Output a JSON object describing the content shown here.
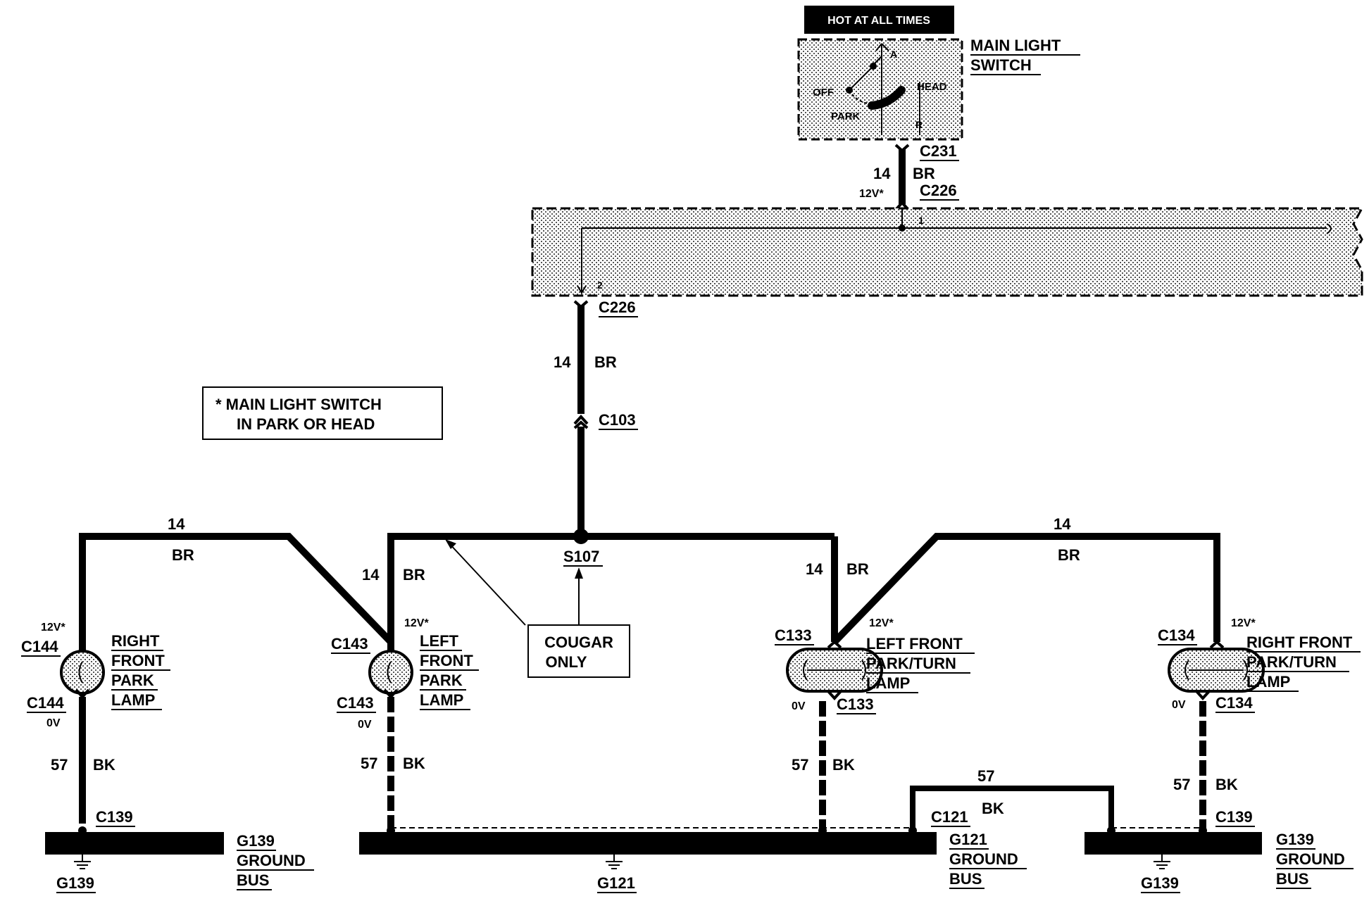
{
  "main_switch": {
    "hot_label": "HOT AT ALL TIMES",
    "title_line1": "MAIN LIGHT",
    "title_line2": "SWITCH",
    "pos_off": "OFF",
    "pos_park": "PARK",
    "pos_head": "HEAD",
    "pin_a": "A",
    "pin_r": "R",
    "connector": "C231"
  },
  "feed": {
    "gauge_top": "14",
    "color_top": "BR",
    "voltage": "12V*",
    "connector_top": "C226",
    "pin1": "1",
    "pin2": "2",
    "connector_bottom": "C226",
    "gauge_mid": "14",
    "color_mid": "BR",
    "connector_c103": "C103",
    "splice": "S107"
  },
  "note": {
    "line1": "*  MAIN LIGHT SWITCH",
    "line2": "IN PARK OR HEAD"
  },
  "cougar_note": {
    "line1": "COUGAR",
    "line2": "ONLY"
  },
  "lamps": [
    {
      "line1": "RIGHT",
      "line2": "FRONT",
      "line3": "PARK",
      "line4": "LAMP",
      "voltage_top": "12V*",
      "connector_top": "C144",
      "connector_bottom": "C144",
      "voltage_bottom": "0V",
      "bus_connector": "C139"
    },
    {
      "line1": "LEFT",
      "line2": "FRONT",
      "line3": "PARK",
      "line4": "LAMP",
      "voltage_top": "12V*",
      "connector_top": "C143",
      "connector_bottom": "C143",
      "voltage_bottom": "0V"
    },
    {
      "line1": "LEFT FRONT",
      "line2": "PARK/TURN",
      "line3": "LAMP",
      "voltage_top": "12V*",
      "connector_top": "C133",
      "connector_bottom": "C133",
      "voltage_bottom": "0V"
    },
    {
      "line1": "RIGHT FRONT",
      "line2": "PARK/TURN",
      "line3": "LAMP",
      "voltage_top": "12V*",
      "connector_top": "C134",
      "connector_bottom": "C134",
      "voltage_bottom": "0V",
      "bus_connector": "C139"
    }
  ],
  "wires": {
    "br_gauge": "14",
    "br_color": "BR",
    "bk_gauge": "57",
    "bk_color": "BK"
  },
  "grounds": {
    "left": {
      "line1": "G139",
      "line2": "GROUND",
      "line3": "BUS",
      "symbol": "G139"
    },
    "center": {
      "line1": "G121",
      "line2": "GROUND",
      "line3": "BUS",
      "symbol": "G121",
      "connector": "C121"
    },
    "right": {
      "line1": "G139",
      "line2": "GROUND",
      "line3": "BUS",
      "symbol": "G139"
    }
  }
}
